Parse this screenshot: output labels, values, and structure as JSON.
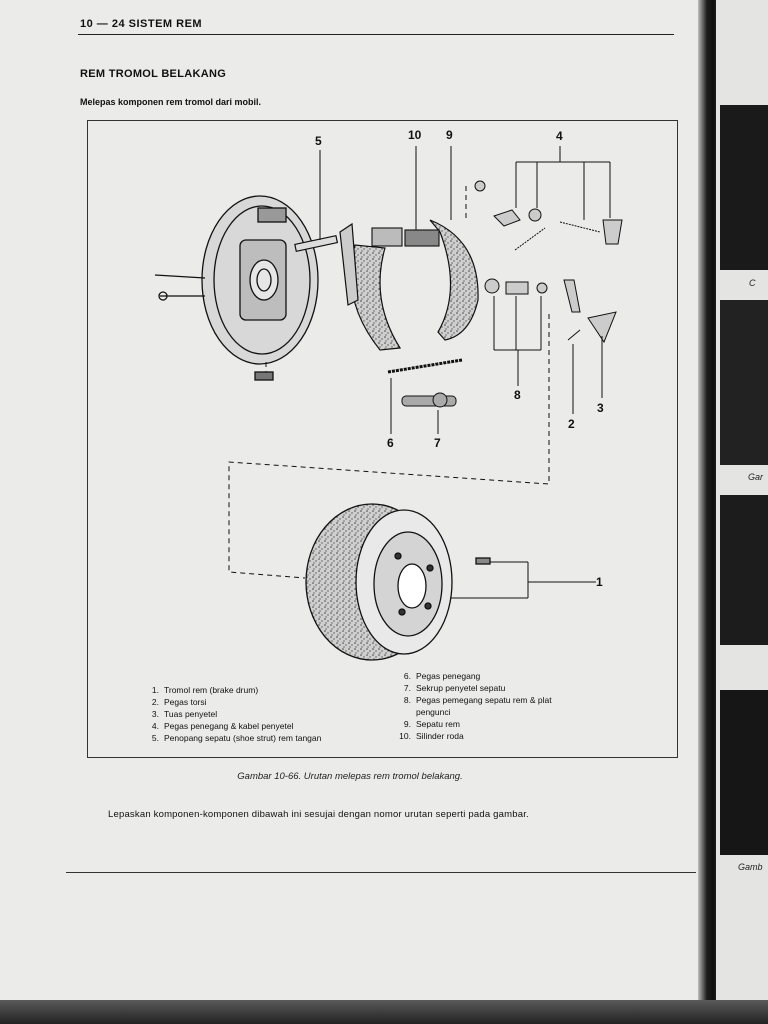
{
  "page_header": "10 — 24  SISTEM REM",
  "section_title": "REM TROMOL BELAKANG",
  "subtitle": "Melepas komponen rem tromol dari mobil.",
  "diagram": {
    "callouts": [
      "1",
      "2",
      "3",
      "4",
      "5",
      "6",
      "7",
      "8",
      "9",
      "10"
    ]
  },
  "legend_left": [
    {
      "num": "1.",
      "text": "Tromol rem (brake drum)"
    },
    {
      "num": "2.",
      "text": "Pegas torsi"
    },
    {
      "num": "3.",
      "text": "Tuas penyetel"
    },
    {
      "num": "4.",
      "text": "Pegas penegang & kabel penyetel"
    },
    {
      "num": "5.",
      "text": "Penopang sepatu (shoe strut) rem tangan"
    }
  ],
  "legend_right": [
    {
      "num": "6.",
      "text": "Pegas penegang"
    },
    {
      "num": "7.",
      "text": "Sekrup penyetel sepatu"
    },
    {
      "num": "8.",
      "text": "Pegas pemegang sepatu rem & plat"
    },
    {
      "num": "",
      "text": "pengunci"
    },
    {
      "num": "9.",
      "text": "Sepatu rem"
    },
    {
      "num": "10.",
      "text": "Silinder roda"
    }
  ],
  "caption": "Gambar 10-66.  Urutan melepas rem tromol belakang.",
  "body_text": "Lepaskan komponen-komponen dibawah ini sesujai dengan nomor urutan seperti pada gambar.",
  "next_page": {
    "captions": [
      "C",
      "Gar",
      "Gamb"
    ]
  }
}
